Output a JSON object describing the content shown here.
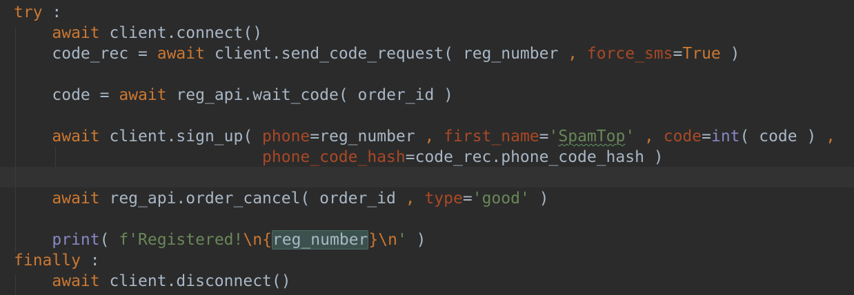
{
  "editor": {
    "language": "Python",
    "theme_colors": {
      "background": "#2b2b2b",
      "default_text": "#a9b7c6",
      "keyword": "#cc7832",
      "parameter": "#aa4926",
      "string": "#6a8759",
      "builtin": "#8888c6"
    }
  },
  "code": {
    "l1": {
      "kw": "try",
      "rest": " :"
    },
    "l2": {
      "kw": "await",
      "rest": " client.connect()"
    },
    "l3": {
      "a": "code_rec = ",
      "kw": "await",
      "b": " client.send_code_request( reg_number ",
      "comma": ",",
      "p1": " force_sms",
      "eq": "=",
      "val": "True",
      "c": " )"
    },
    "l4": {
      "a": "code = ",
      "kw": "await",
      "b": " reg_api.wait_code( order_id )"
    },
    "l5": {
      "kw": "await",
      "a": " client.sign_up( ",
      "p1": "phone",
      "b": "=reg_number ",
      "c1": ",",
      "p2": " first_name",
      "eq1": "=",
      "s1": "'",
      "s1w": "SpamTop",
      "s1e": "'",
      "c2": " ,",
      "p3": " code",
      "eq2": "=",
      "bi": "int",
      "d": "( code ) ",
      "c3": ","
    },
    "l6": {
      "p": "phone_code_hash",
      "rest": "=code_rec.phone_code_hash )"
    },
    "l7": {
      "kw": "await",
      "a": " reg_api.order_cancel( order_id ",
      "c1": ",",
      "p": " type",
      "eq": "=",
      "s": "'good'",
      "b": " )"
    },
    "l8": {
      "bi": "print",
      "a": "( ",
      "s1": "f'Registered!",
      "nl1": "\\n",
      "ob": "{",
      "var": "reg_number",
      "cb": "}",
      "nl2": "\\n",
      "s2": "'",
      "b": " )"
    },
    "l9": {
      "kw": "finally",
      "rest": " :"
    },
    "l10": {
      "kw": "await",
      "rest": " client.disconnect()"
    }
  }
}
